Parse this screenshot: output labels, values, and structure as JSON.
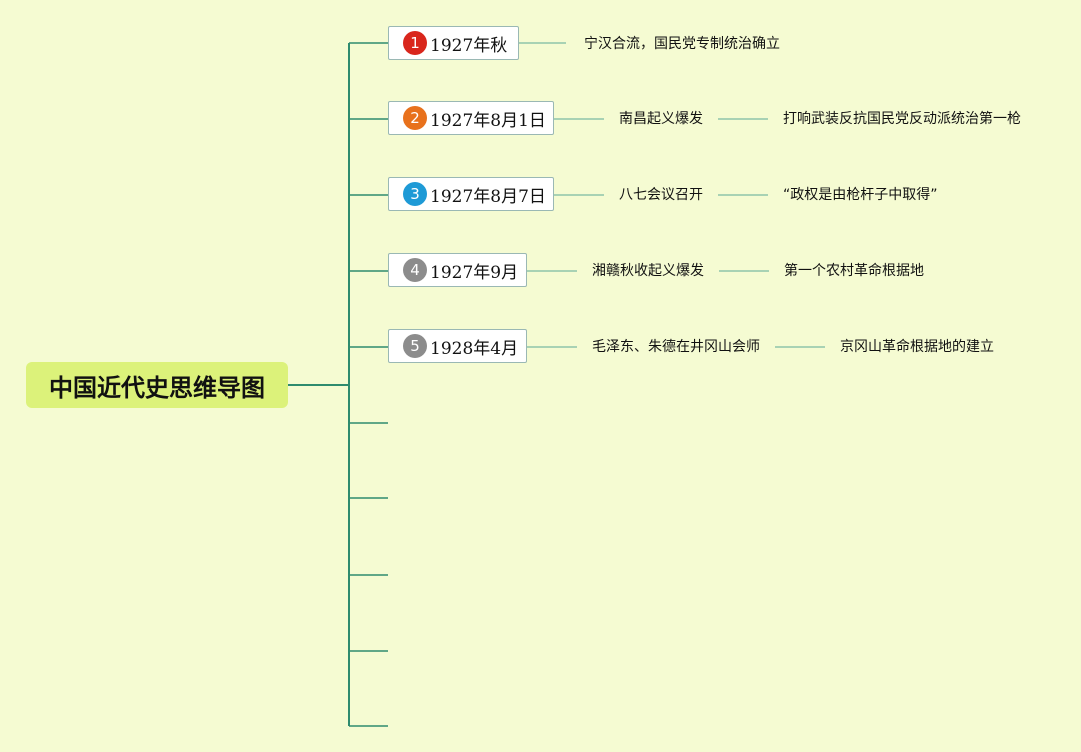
{
  "root": {
    "title": "中国近代史思维导图"
  },
  "colors": {
    "background": "#f5fbd2",
    "root_fill": "#dcf27a",
    "connector": "#2e8b6e",
    "branch_line": "#8fc4a9"
  },
  "nodes": [
    {
      "number": "1",
      "badge_color": "#d9261c",
      "date": "1927年秋",
      "children": [
        {
          "text": "宁汉合流，国民党专制统治确立"
        }
      ]
    },
    {
      "number": "2",
      "badge_color": "#e8711c",
      "date": "1927年8月1日",
      "children": [
        {
          "text": "南昌起义爆发"
        },
        {
          "text": "打响武装反抗国民党反动派统治第一枪"
        }
      ]
    },
    {
      "number": "3",
      "badge_color": "#1e9ad6",
      "date": "1927年8月7日",
      "children": [
        {
          "text": "八七会议召开"
        },
        {
          "text": "“政权是由枪杆子中取得”"
        }
      ]
    },
    {
      "number": "4",
      "badge_color": "#8c8c8c",
      "date": "1927年9月",
      "children": [
        {
          "text": "湘赣秋收起义爆发"
        },
        {
          "text": "第一个农村革命根据地"
        }
      ]
    },
    {
      "number": "5",
      "badge_color": "#8c8c8c",
      "date": "1928年4月",
      "children": [
        {
          "text": "毛泽东、朱德在井冈山会师"
        },
        {
          "text": "京冈山革命根据地的建立"
        }
      ]
    }
  ]
}
